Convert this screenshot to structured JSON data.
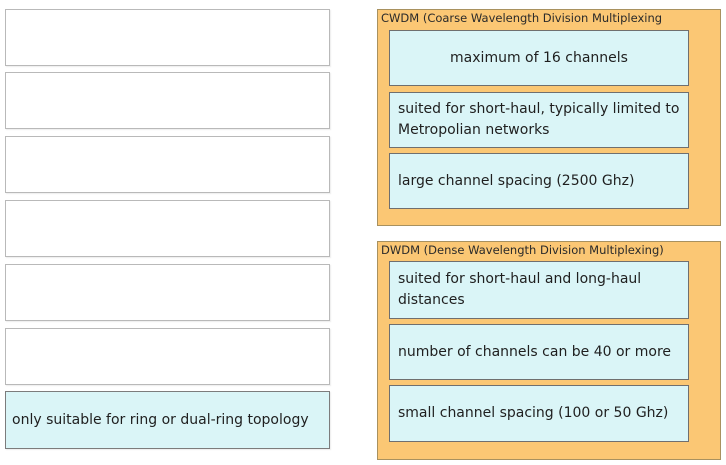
{
  "left_slots": {
    "filled_item_label": "only suitable for ring or dual-ring topology"
  },
  "cwdm": {
    "title": "CWDM (Coarse Wavelength Division Multiplexing",
    "items": [
      "maximum of 16 channels",
      "suited for short-haul, typically limited to Metropolian networks",
      "large channel spacing (2500 Ghz)"
    ]
  },
  "dwdm": {
    "title": "DWDM (Dense Wavelength Division Multiplexing)",
    "items": [
      "suited for short-haul and long-haul distances",
      "number of channels can be 40 or more",
      "small channel spacing (100 or 50 Ghz)"
    ]
  },
  "colors": {
    "item_background": "#daf5f7",
    "group_background": "#fbc774"
  }
}
